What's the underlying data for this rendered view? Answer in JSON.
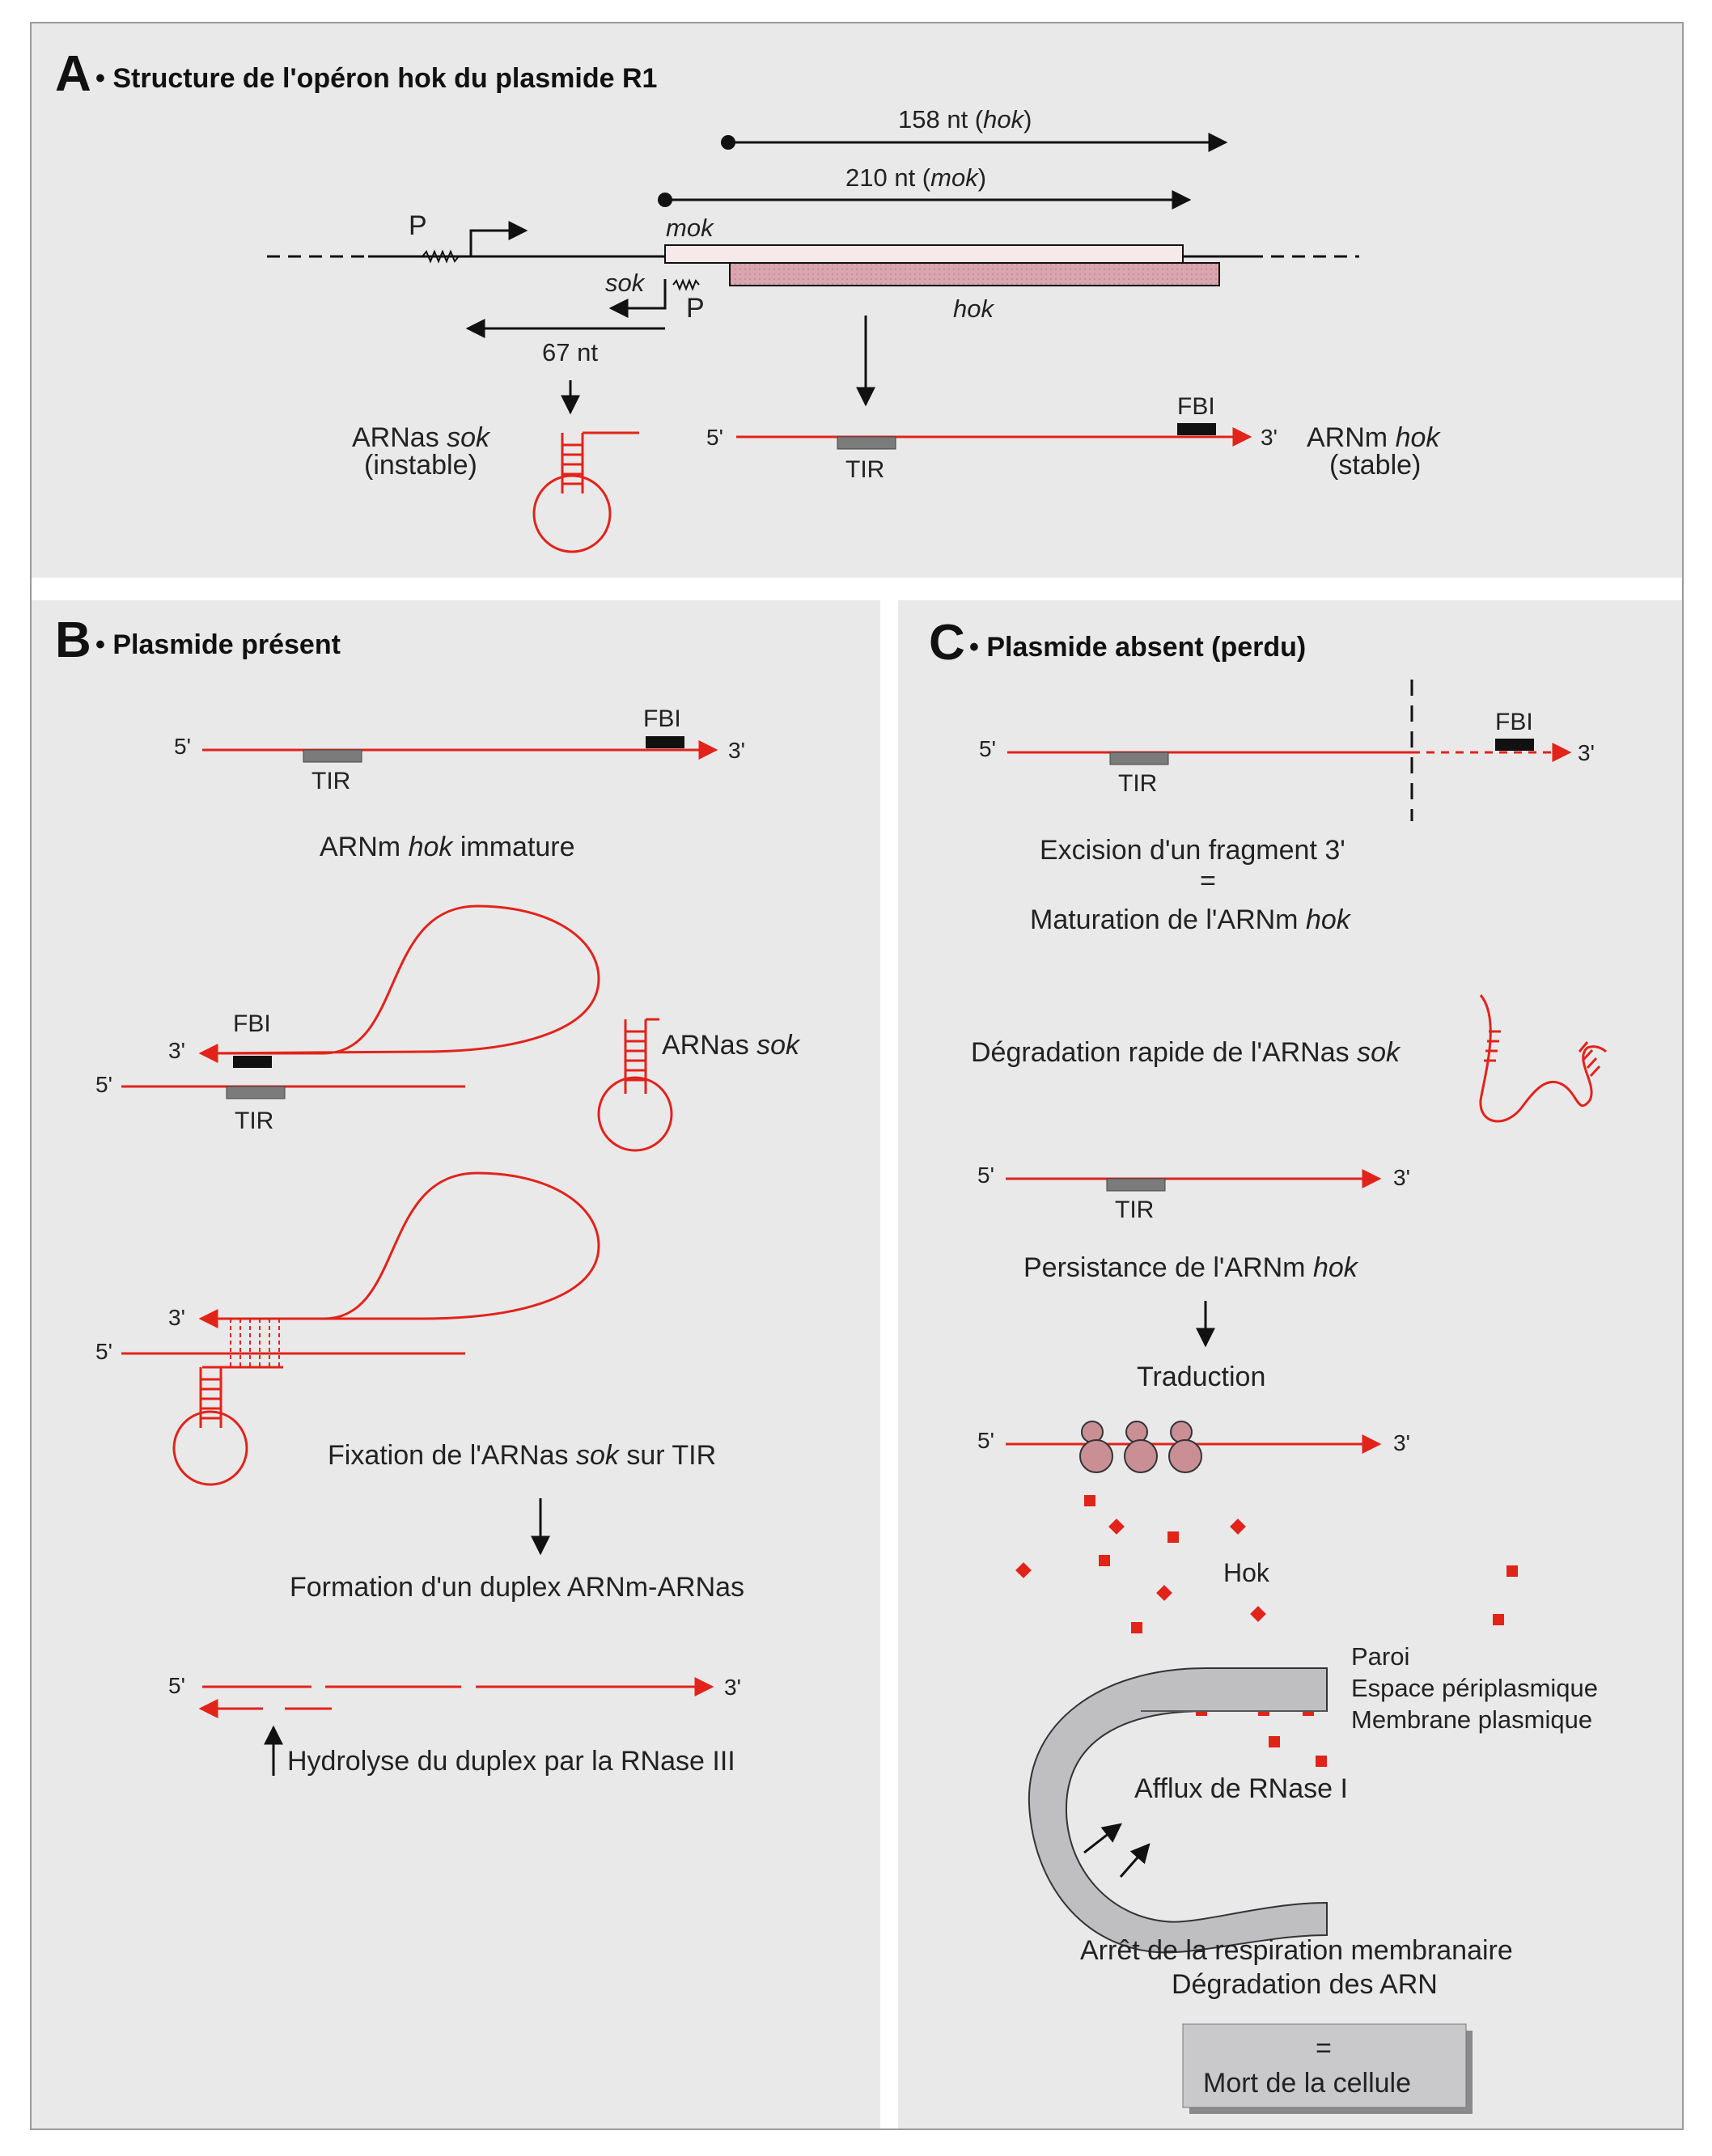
{
  "colors": {
    "panel_bg": "#e9e9ea",
    "rna_red": "#e2231a",
    "hok_box": "#d9a5ae",
    "mok_box": "#f7e9ea",
    "tir_gray": "#7b7b7b",
    "fbi_black": "#111111",
    "ribosome": "#c98f95",
    "cell_wall": "#bfbfc1",
    "text": "#222222"
  },
  "panel_a": {
    "letter": "A",
    "title": "• Structure de l'opéron hok du plasmide R1",
    "arrow_158": "158 nt (",
    "arrow_158_gene": "hok",
    "arrow_210": "210 nt (",
    "arrow_210_gene": "mok",
    "close_paren": ")",
    "promoter_p": "P",
    "mok_label": "mok",
    "sok_label": "sok",
    "promoter_p2": "P",
    "hok_label": "hok",
    "nt67": "67 nt",
    "arnas_sok_1": "ARNas ",
    "arnas_sok_gene": "sok",
    "arnas_sok_2": "(instable)",
    "five": "5'",
    "three": "3'",
    "fbi": "FBI",
    "tir": "TIR",
    "arnm_hok_1": "ARNm ",
    "arnm_hok_gene": "hok",
    "arnm_hok_2": "(stable)"
  },
  "panel_b": {
    "letter": "B",
    "title": "• Plasmide présent",
    "five": "5'",
    "three": "3'",
    "fbi": "FBI",
    "tir": "TIR",
    "immature_1": "ARNm ",
    "immature_gene": "hok",
    "immature_2": " immature",
    "arnas_1": "ARNas ",
    "arnas_gene": "sok",
    "fixation_1": "Fixation de l'ARNas ",
    "fixation_gene": "sok",
    "fixation_2": " sur TIR",
    "formation": "Formation d'un duplex ARNm-ARNas",
    "hydrolyse": "Hydrolyse du duplex par la RNase III"
  },
  "panel_c": {
    "letter": "C",
    "title": "• Plasmide absent (perdu)",
    "five": "5'",
    "three": "3'",
    "fbi": "FBI",
    "tir": "TIR",
    "excision": "Excision d'un fragment 3'",
    "equals": "=",
    "maturation_1": "Maturation de l'ARNm ",
    "maturation_gene": "hok",
    "degradation_1": "Dégradation rapide de l'ARNas ",
    "degradation_gene": "sok",
    "persistance_1": "Persistance de l'ARNm ",
    "persistance_gene": "hok",
    "traduction": "Traduction",
    "hok_protein": "Hok",
    "paroi": "Paroi",
    "espace": "Espace périplasmique",
    "membrane": "Membrane plasmique",
    "afflux": "Afflux de RNase I",
    "arret": "Arrêt de la respiration membranaire",
    "degradation_arn": "Dégradation des ARN",
    "mort_eq": "=",
    "mort": "Mort de la cellule"
  }
}
